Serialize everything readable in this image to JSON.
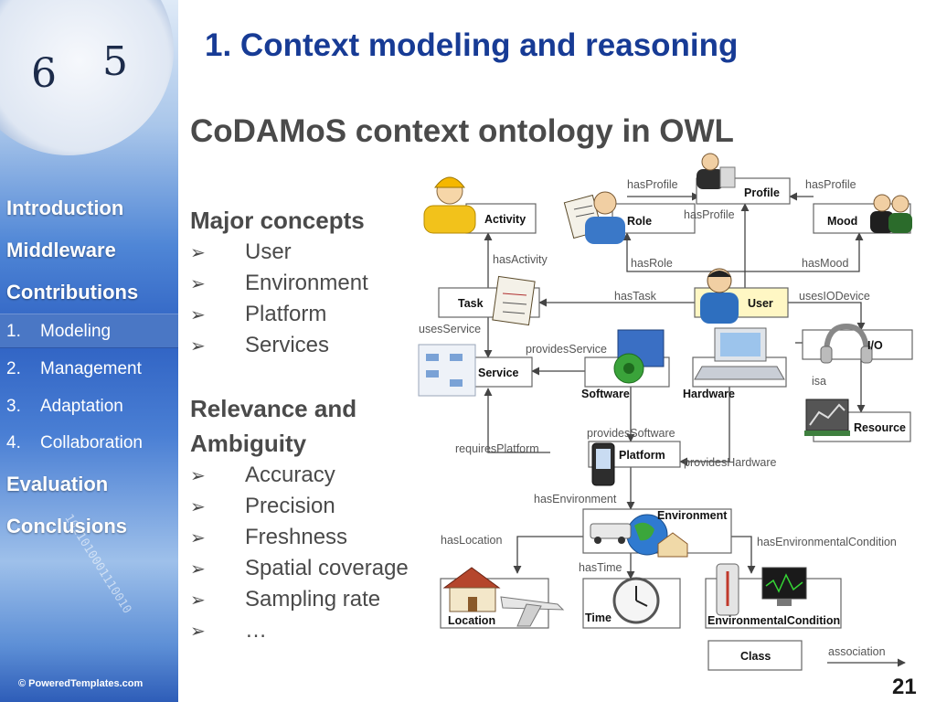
{
  "sidebar": {
    "nav": [
      {
        "label": "Introduction"
      },
      {
        "label": "Middleware"
      },
      {
        "label": "Contributions"
      }
    ],
    "sub": [
      {
        "num": "1.",
        "label": "Modeling",
        "active": true
      },
      {
        "num": "2.",
        "label": "Management"
      },
      {
        "num": "3.",
        "label": "Adaptation"
      },
      {
        "num": "4.",
        "label": "Collaboration"
      }
    ],
    "nav_after": [
      {
        "label": "Evaluation"
      },
      {
        "label": "Conclusions"
      }
    ],
    "decor_digits": [
      "6",
      "5"
    ],
    "decor_binary": "1011010001110010",
    "powered_by": "© PoweredTemplates.com"
  },
  "slide": {
    "title": "1. Context modeling and reasoning",
    "subtitle": "CoDAMoS context ontology in OWL",
    "section1": {
      "heading": "Major concepts",
      "items": [
        "User",
        "Environment",
        "Platform",
        "Services"
      ]
    },
    "section2": {
      "heading_line1": "Relevance and",
      "heading_line2": "Ambiguity",
      "items": [
        "Accuracy",
        "Precision",
        "Freshness",
        "Spatial coverage",
        "Sampling rate",
        "…"
      ]
    },
    "page_number": "21"
  },
  "diagram": {
    "classes": {
      "activity": "Activity",
      "role": "Role",
      "profile": "Profile",
      "mood": "Mood",
      "task": "Task",
      "user": "User",
      "io": "I/O",
      "service": "Service",
      "software": "Software",
      "hardware": "Hardware",
      "resource": "Resource",
      "platform": "Platform",
      "environment": "Environment",
      "location": "Location",
      "time": "Time",
      "environmental_condition": "EnvironmentalCondition",
      "class": "Class"
    },
    "relations": {
      "hasProfile": "hasProfile",
      "hasRole": "hasRole",
      "hasMood": "hasMood",
      "hasActivity": "hasActivity",
      "hasTask": "hasTask",
      "usesIODevice": "usesIODevice",
      "usesService": "usesService",
      "providesService": "providesService",
      "isa": "isa",
      "providesSoftware": "providesSoftware",
      "requiresPlatform": "requiresPlatform",
      "providesHardware": "providesHardware",
      "hasEnvironment": "hasEnvironment",
      "hasLocation": "hasLocation",
      "hasEnvironmentalCondition": "hasEnvironmentalCondition",
      "hasTime": "hasTime",
      "association": "association"
    },
    "colors": {
      "user_box": "#fff7c4",
      "line": "#444444",
      "label": "#555555"
    }
  }
}
